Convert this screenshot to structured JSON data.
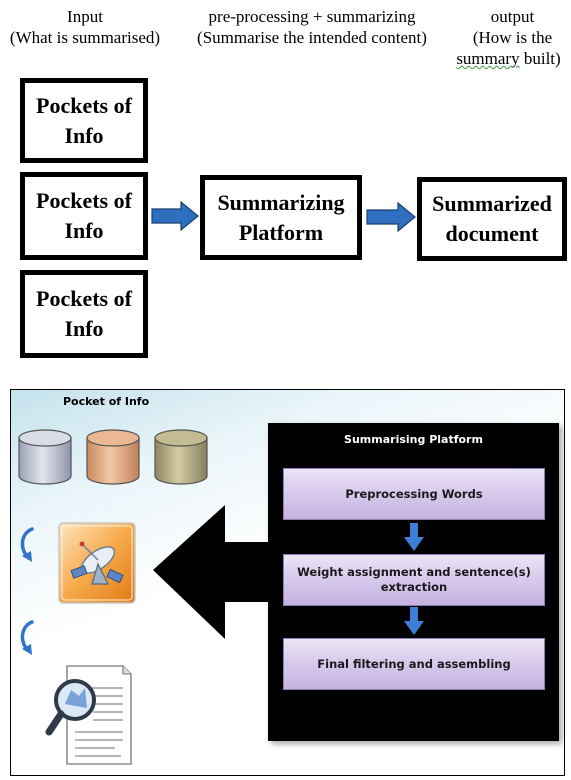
{
  "headers": {
    "input": {
      "line1": "Input",
      "line2": "(What is summarised)"
    },
    "processing": {
      "line1": "pre-processing + summarizing",
      "line2": "(Summarise the intended content)"
    },
    "output": {
      "line1": "output",
      "line2": "(How is the",
      "line3_word": "summary",
      "line3_rest": " built)"
    }
  },
  "flow": {
    "pockets": [
      "Pockets of Info",
      "Pockets of Info",
      "Pockets of Info"
    ],
    "platform": "Summarizing Platform",
    "result": "Summarized document",
    "arrow_color": "#2f6fbf"
  },
  "panel": {
    "pocket_title": "Pocket of Info",
    "databases": [
      {
        "icon": "database-icon",
        "color": "#c9ccd8"
      },
      {
        "icon": "database-icon",
        "color": "#e8b48c"
      },
      {
        "icon": "database-icon",
        "color": "#bcb48c"
      }
    ],
    "icons": [
      "satellite-dish-icon",
      "document-magnifier-icon"
    ],
    "platform_title": "Summarising Platform",
    "steps": [
      "Preprocessing Words",
      "Weight assignment and sentence(s) extraction",
      "Final filtering and assembling"
    ],
    "step_color": "#d6c9ec",
    "arrow_color": "#3d7fd6"
  }
}
